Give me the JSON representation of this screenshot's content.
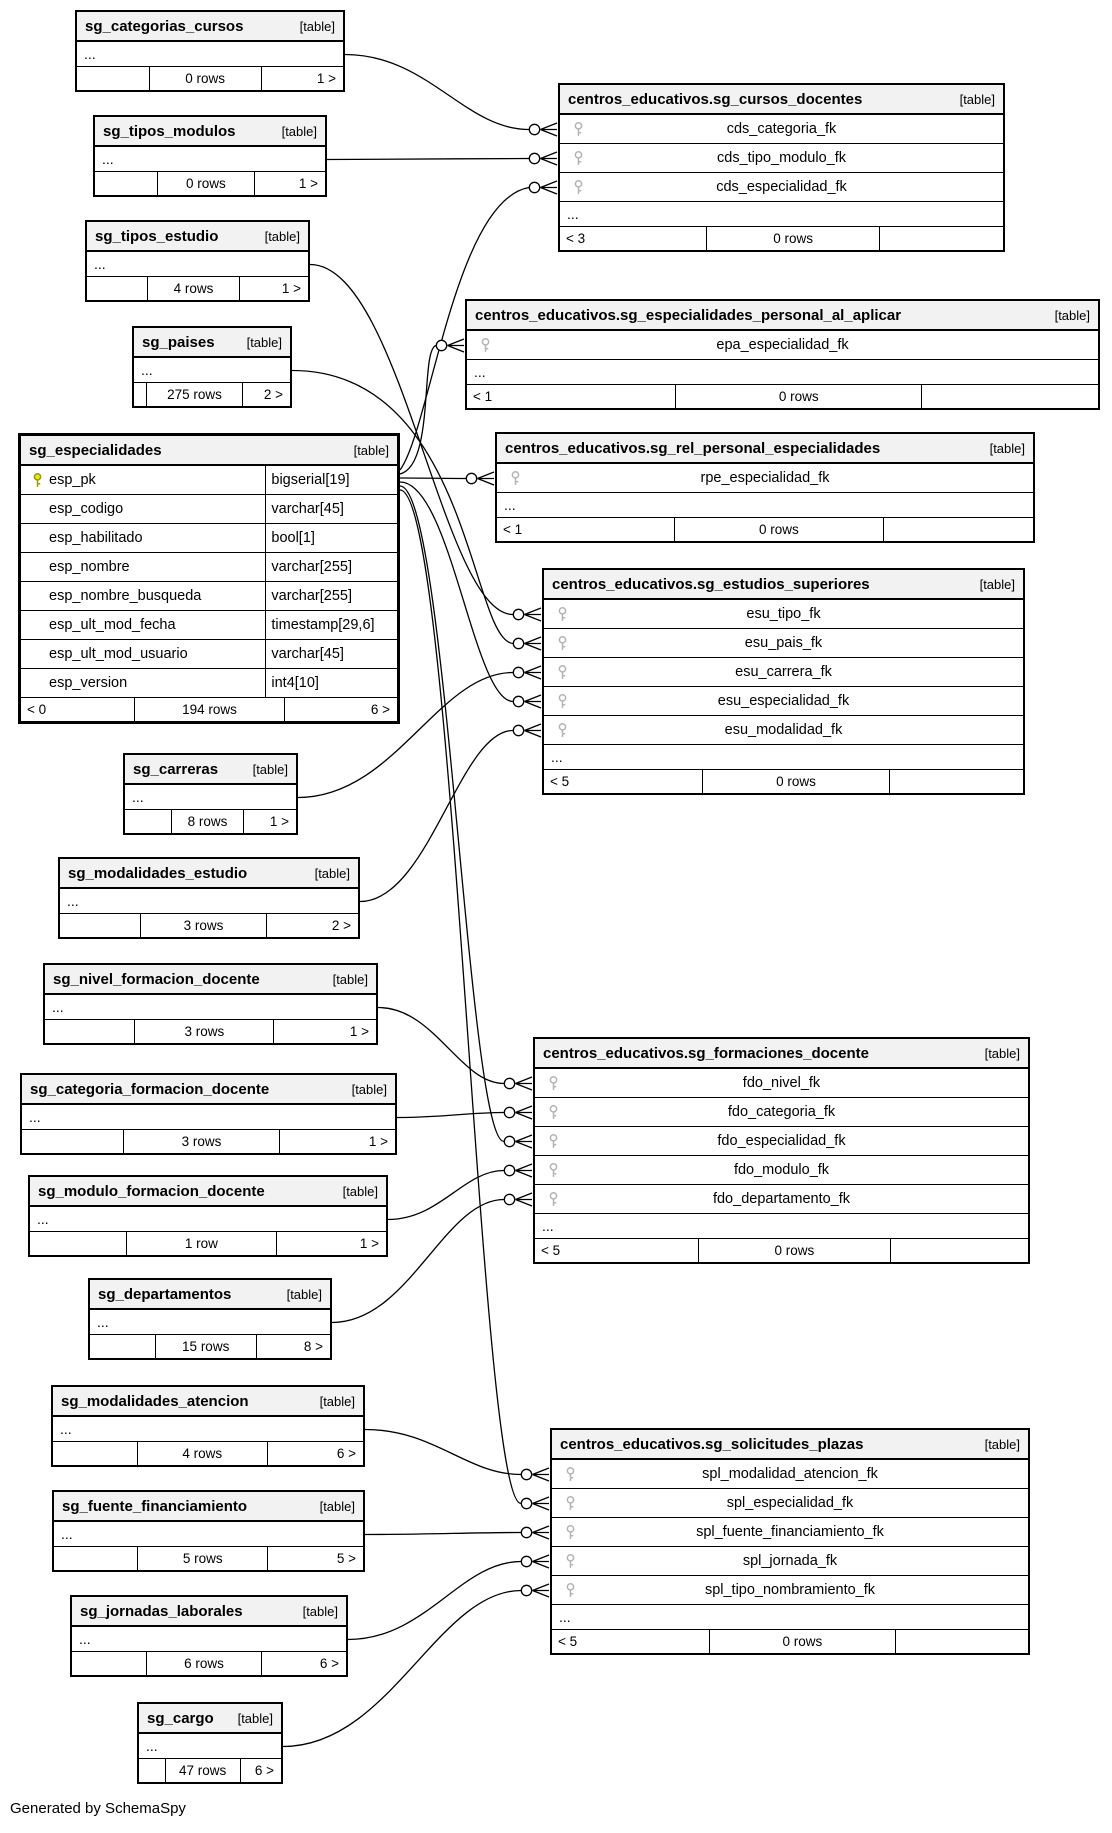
{
  "app": {
    "generated_note": "Generated by SchemaSpy"
  },
  "colors": {
    "header_bg": "#f2f2f2",
    "border": "#000000",
    "wire": "#000000",
    "pk_key_stroke": "#999900",
    "pk_key_fill": "#e8e800",
    "fk_key_stroke": "#b3b3b3"
  },
  "icons": {
    "primary_key": "yellow-key-icon",
    "foreign_key": "gray-key-icon",
    "zero_or_many": "circle-crowfoot-marker"
  },
  "diagram": {
    "tables": [
      {
        "id": "sg_categorias_cursos",
        "title": "sg_categorias_cursos",
        "tag": "[table]",
        "kind": "summary",
        "ellipsis": "...",
        "footer": [
          "",
          "0 rows",
          "1 >"
        ]
      },
      {
        "id": "sg_tipos_modulos",
        "title": "sg_tipos_modulos",
        "tag": "[table]",
        "kind": "summary",
        "ellipsis": "...",
        "footer": [
          "",
          "0 rows",
          "1 >"
        ]
      },
      {
        "id": "sg_tipos_estudio",
        "title": "sg_tipos_estudio",
        "tag": "[table]",
        "kind": "summary",
        "ellipsis": "...",
        "footer": [
          "",
          "4 rows",
          "1 >"
        ]
      },
      {
        "id": "sg_paises",
        "title": "sg_paises",
        "tag": "[table]",
        "kind": "summary",
        "ellipsis": "...",
        "footer": [
          "",
          "275 rows",
          "2 >"
        ]
      },
      {
        "id": "sg_especialidades",
        "title": "sg_especialidades",
        "tag": "[table]",
        "kind": "detail",
        "emphasized": true,
        "columns": [
          {
            "name": "esp_pk",
            "type": "bigserial[19]",
            "key": "pk"
          },
          {
            "name": "esp_codigo",
            "type": "varchar[45]"
          },
          {
            "name": "esp_habilitado",
            "type": "bool[1]"
          },
          {
            "name": "esp_nombre",
            "type": "varchar[255]"
          },
          {
            "name": "esp_nombre_busqueda",
            "type": "varchar[255]"
          },
          {
            "name": "esp_ult_mod_fecha",
            "type": "timestamp[29,6]"
          },
          {
            "name": "esp_ult_mod_usuario",
            "type": "varchar[45]"
          },
          {
            "name": "esp_version",
            "type": "int4[10]"
          }
        ],
        "footer": [
          "< 0",
          "194 rows",
          "6 >"
        ]
      },
      {
        "id": "sg_carreras",
        "title": "sg_carreras",
        "tag": "[table]",
        "kind": "summary",
        "ellipsis": "...",
        "footer": [
          "",
          "8 rows",
          "1 >"
        ]
      },
      {
        "id": "sg_modalidades_estudio",
        "title": "sg_modalidades_estudio",
        "tag": "[table]",
        "kind": "summary",
        "ellipsis": "...",
        "footer": [
          "",
          "3 rows",
          "2 >"
        ]
      },
      {
        "id": "sg_nivel_formacion_docente",
        "title": "sg_nivel_formacion_docente",
        "tag": "[table]",
        "kind": "summary",
        "ellipsis": "...",
        "footer": [
          "",
          "3 rows",
          "1 >"
        ]
      },
      {
        "id": "sg_categoria_formacion_docente",
        "title": "sg_categoria_formacion_docente",
        "tag": "[table]",
        "kind": "summary",
        "ellipsis": "...",
        "footer": [
          "",
          "3 rows",
          "1 >"
        ]
      },
      {
        "id": "sg_modulo_formacion_docente",
        "title": "sg_modulo_formacion_docente",
        "tag": "[table]",
        "kind": "summary",
        "ellipsis": "...",
        "footer": [
          "",
          "1 row",
          "1 >"
        ]
      },
      {
        "id": "sg_departamentos",
        "title": "sg_departamentos",
        "tag": "[table]",
        "kind": "summary",
        "ellipsis": "...",
        "footer": [
          "",
          "15 rows",
          "8 >"
        ]
      },
      {
        "id": "sg_modalidades_atencion",
        "title": "sg_modalidades_atencion",
        "tag": "[table]",
        "kind": "summary",
        "ellipsis": "...",
        "footer": [
          "",
          "4 rows",
          "6 >"
        ]
      },
      {
        "id": "sg_fuente_financiamiento",
        "title": "sg_fuente_financiamiento",
        "tag": "[table]",
        "kind": "summary",
        "ellipsis": "...",
        "footer": [
          "",
          "5 rows",
          "5 >"
        ]
      },
      {
        "id": "sg_jornadas_laborales",
        "title": "sg_jornadas_laborales",
        "tag": "[table]",
        "kind": "summary",
        "ellipsis": "...",
        "footer": [
          "",
          "6 rows",
          "6 >"
        ]
      },
      {
        "id": "sg_cargo",
        "title": "sg_cargo",
        "tag": "[table]",
        "kind": "summary",
        "ellipsis": "...",
        "footer": [
          "",
          "47 rows",
          "6 >"
        ]
      },
      {
        "id": "sg_cursos_docentes",
        "title": "centros_educativos.sg_cursos_docentes",
        "tag": "[table]",
        "kind": "fk",
        "fk_rows": [
          {
            "name": "cds_categoria_fk",
            "key": "fk"
          },
          {
            "name": "cds_tipo_modulo_fk",
            "key": "fk"
          },
          {
            "name": "cds_especialidad_fk",
            "key": "fk"
          }
        ],
        "ellipsis": "...",
        "footer": [
          "< 3",
          "0 rows",
          ""
        ]
      },
      {
        "id": "sg_especialidades_personal_al_aplicar",
        "title": "centros_educativos.sg_especialidades_personal_al_aplicar",
        "tag": "[table]",
        "kind": "fk",
        "fk_rows": [
          {
            "name": "epa_especialidad_fk",
            "key": "fk"
          }
        ],
        "ellipsis": "...",
        "footer": [
          "< 1",
          "0 rows",
          ""
        ]
      },
      {
        "id": "sg_rel_personal_especialidades",
        "title": "centros_educativos.sg_rel_personal_especialidades",
        "tag": "[table]",
        "kind": "fk",
        "fk_rows": [
          {
            "name": "rpe_especialidad_fk",
            "key": "fk"
          }
        ],
        "ellipsis": "...",
        "footer": [
          "< 1",
          "0 rows",
          ""
        ]
      },
      {
        "id": "sg_estudios_superiores",
        "title": "centros_educativos.sg_estudios_superiores",
        "tag": "[table]",
        "kind": "fk",
        "fk_rows": [
          {
            "name": "esu_tipo_fk",
            "key": "fk"
          },
          {
            "name": "esu_pais_fk",
            "key": "fk"
          },
          {
            "name": "esu_carrera_fk",
            "key": "fk"
          },
          {
            "name": "esu_especialidad_fk",
            "key": "fk"
          },
          {
            "name": "esu_modalidad_fk",
            "key": "fk"
          }
        ],
        "ellipsis": "...",
        "footer": [
          "< 5",
          "0 rows",
          ""
        ]
      },
      {
        "id": "sg_formaciones_docente",
        "title": "centros_educativos.sg_formaciones_docente",
        "tag": "[table]",
        "kind": "fk",
        "fk_rows": [
          {
            "name": "fdo_nivel_fk",
            "key": "fk"
          },
          {
            "name": "fdo_categoria_fk",
            "key": "fk"
          },
          {
            "name": "fdo_especialidad_fk",
            "key": "fk"
          },
          {
            "name": "fdo_modulo_fk",
            "key": "fk"
          },
          {
            "name": "fdo_departamento_fk",
            "key": "fk"
          }
        ],
        "ellipsis": "...",
        "footer": [
          "< 5",
          "0 rows",
          ""
        ]
      },
      {
        "id": "sg_solicitudes_plazas",
        "title": "centros_educativos.sg_solicitudes_plazas",
        "tag": "[table]",
        "kind": "fk",
        "fk_rows": [
          {
            "name": "spl_modalidad_atencion_fk",
            "key": "fk"
          },
          {
            "name": "spl_especialidad_fk",
            "key": "fk"
          },
          {
            "name": "spl_fuente_financiamiento_fk",
            "key": "fk"
          },
          {
            "name": "spl_jornada_fk",
            "key": "fk"
          },
          {
            "name": "spl_tipo_nombramiento_fk",
            "key": "fk"
          }
        ],
        "ellipsis": "...",
        "footer": [
          "< 5",
          "0 rows",
          ""
        ]
      }
    ],
    "relationships": [
      {
        "from": "sg_categorias_cursos",
        "to": "sg_cursos_docentes",
        "column": "cds_categoria_fk"
      },
      {
        "from": "sg_tipos_modulos",
        "to": "sg_cursos_docentes",
        "column": "cds_tipo_modulo_fk"
      },
      {
        "from": "sg_especialidades",
        "to": "sg_cursos_docentes",
        "column": "cds_especialidad_fk"
      },
      {
        "from": "sg_especialidades",
        "to": "sg_especialidades_personal_al_aplicar",
        "column": "epa_especialidad_fk"
      },
      {
        "from": "sg_especialidades",
        "to": "sg_rel_personal_especialidades",
        "column": "rpe_especialidad_fk"
      },
      {
        "from": "sg_tipos_estudio",
        "to": "sg_estudios_superiores",
        "column": "esu_tipo_fk"
      },
      {
        "from": "sg_paises",
        "to": "sg_estudios_superiores",
        "column": "esu_pais_fk"
      },
      {
        "from": "sg_carreras",
        "to": "sg_estudios_superiores",
        "column": "esu_carrera_fk"
      },
      {
        "from": "sg_especialidades",
        "to": "sg_estudios_superiores",
        "column": "esu_especialidad_fk"
      },
      {
        "from": "sg_modalidades_estudio",
        "to": "sg_estudios_superiores",
        "column": "esu_modalidad_fk"
      },
      {
        "from": "sg_nivel_formacion_docente",
        "to": "sg_formaciones_docente",
        "column": "fdo_nivel_fk"
      },
      {
        "from": "sg_categoria_formacion_docente",
        "to": "sg_formaciones_docente",
        "column": "fdo_categoria_fk"
      },
      {
        "from": "sg_especialidades",
        "to": "sg_formaciones_docente",
        "column": "fdo_especialidad_fk"
      },
      {
        "from": "sg_modulo_formacion_docente",
        "to": "sg_formaciones_docente",
        "column": "fdo_modulo_fk"
      },
      {
        "from": "sg_departamentos",
        "to": "sg_formaciones_docente",
        "column": "fdo_departamento_fk"
      },
      {
        "from": "sg_modalidades_atencion",
        "to": "sg_solicitudes_plazas",
        "column": "spl_modalidad_atencion_fk"
      },
      {
        "from": "sg_especialidades",
        "to": "sg_solicitudes_plazas",
        "column": "spl_especialidad_fk"
      },
      {
        "from": "sg_fuente_financiamiento",
        "to": "sg_solicitudes_plazas",
        "column": "spl_fuente_financiamiento_fk"
      },
      {
        "from": "sg_jornadas_laborales",
        "to": "sg_solicitudes_plazas",
        "column": "spl_jornada_fk"
      },
      {
        "from": "sg_cargo",
        "to": "sg_solicitudes_plazas",
        "column": "spl_tipo_nombramiento_fk"
      }
    ]
  }
}
